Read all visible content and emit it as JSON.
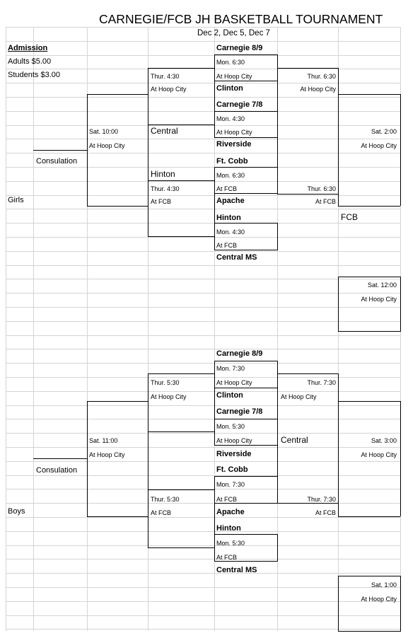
{
  "sheet": {
    "title": "CARNEGIE/FCB JH BASKETBALL TOURNAMENT",
    "dates": "Dec 2, Dec 5, Dec 7"
  },
  "admission": {
    "label": "Admission",
    "adults": "Adults $5.00",
    "students": "Students $3.00"
  },
  "girls": {
    "label": "Girls",
    "consolation_label": "Consulation",
    "teams": [
      "Carnegie 8/9",
      "Clinton",
      "Carnegie 7/8",
      "Riverside",
      "Ft. Cobb",
      "Apache",
      "Hinton",
      "Central MS"
    ],
    "first_round": [
      {
        "time": "Mon. 6:30",
        "place": "At Hoop City"
      },
      {
        "time": "Mon. 4:30",
        "place": "At Hoop City"
      },
      {
        "time": "Mon. 6:30",
        "place": "At FCB"
      },
      {
        "time": "Mon. 4:30",
        "place": "At FCB"
      }
    ],
    "quarter_left": [
      {
        "time": "Thur. 4:30",
        "place": "At Hoop City"
      },
      {
        "time": "Thur. 4:30",
        "place": "At FCB"
      }
    ],
    "quarter_left_winners": [
      "Central",
      "Hinton"
    ],
    "consolation_game": {
      "time": "Sat. 10:00",
      "place": "At Hoop City"
    },
    "semis": [
      {
        "time": "Thur. 6:30",
        "place": "At Hoop City"
      },
      {
        "time": "Thur. 6:30",
        "place": "At FCB"
      }
    ],
    "semi_winner": "FCB",
    "final_games": [
      {
        "time": "Sat. 2:00",
        "place": "At Hoop City"
      },
      {
        "time": "Sat. 12:00",
        "place": "At Hoop City"
      }
    ]
  },
  "boys": {
    "label": "Boys",
    "consolation_label": "Consulation",
    "teams": [
      "Carnegie 8/9",
      "Clinton",
      "Carnegie 7/8",
      "Riverside",
      "Ft. Cobb",
      "Apache",
      "Hinton",
      "Central MS"
    ],
    "first_round": [
      {
        "time": "Mon. 7:30",
        "place": "At Hoop City"
      },
      {
        "time": "Mon. 5:30",
        "place": "At Hoop City"
      },
      {
        "time": "Mon. 7:30",
        "place": "At FCB"
      },
      {
        "time": "Mon. 5:30",
        "place": "At FCB"
      }
    ],
    "quarter_left": [
      {
        "time": "Thur. 5:30",
        "place": "At Hoop City"
      },
      {
        "time": "Thur. 5:30",
        "place": "At FCB"
      }
    ],
    "consolation_game": {
      "time": "Sat. 11:00",
      "place": "At Hoop City"
    },
    "semis": [
      {
        "time": "Thur. 7:30",
        "place": "At Hoop City"
      },
      {
        "time": "Thur. 7:30",
        "place": "At FCB"
      }
    ],
    "semi_winner": "Central",
    "final_games": [
      {
        "time": "Sat. 3:00",
        "place": "At Hoop City"
      },
      {
        "time": "Sat. 1:00",
        "place": "At Hoop City"
      }
    ]
  }
}
